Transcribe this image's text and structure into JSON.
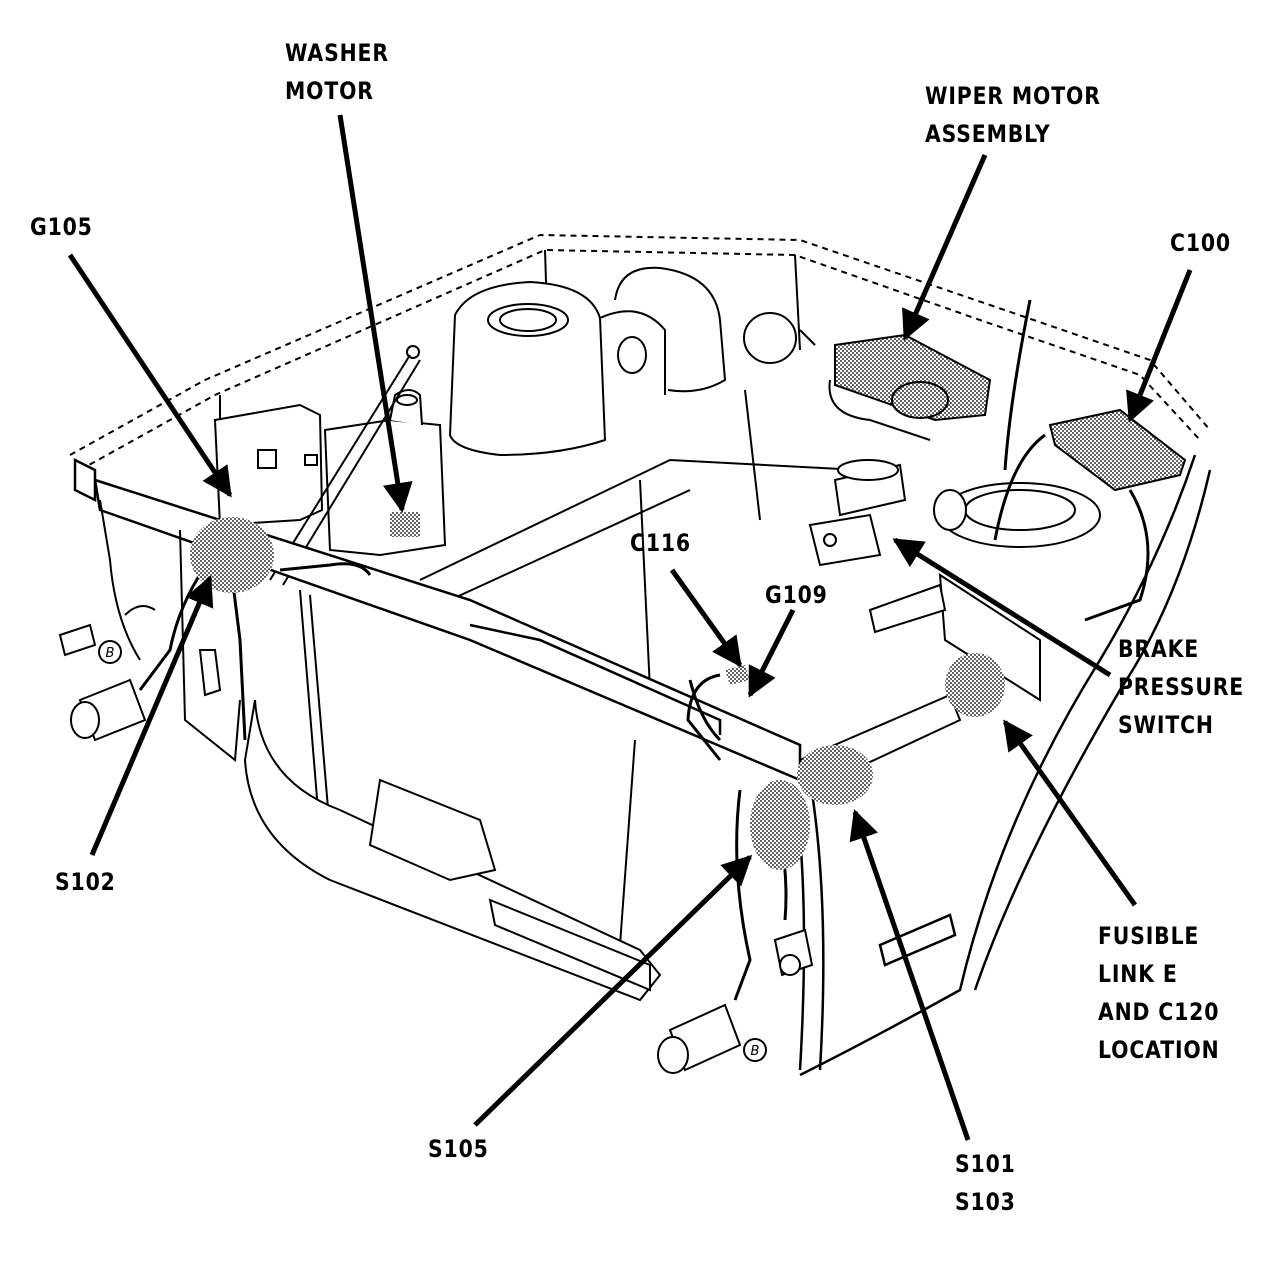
{
  "callouts": {
    "washer_motor": [
      "WASHER",
      "MOTOR"
    ],
    "wiper_motor": [
      "WIPER MOTOR",
      "ASSEMBLY"
    ],
    "g105": [
      "G105"
    ],
    "c100": [
      "C100"
    ],
    "c116": [
      "C116"
    ],
    "g109": [
      "G109"
    ],
    "brake_switch": [
      "BRAKE",
      "PRESSURE",
      "SWITCH"
    ],
    "s102": [
      "S102"
    ],
    "fusible_link": [
      "FUSIBLE",
      "LINK E",
      "AND C120",
      "LOCATION"
    ],
    "s105": [
      "S105"
    ],
    "s101_s103": [
      "S101",
      "S103"
    ]
  },
  "symbols": {
    "relay_left": "B",
    "relay_right": "B"
  },
  "colors": {
    "ink": "#000000",
    "paper": "#ffffff",
    "shade": "#6a6a6a"
  }
}
